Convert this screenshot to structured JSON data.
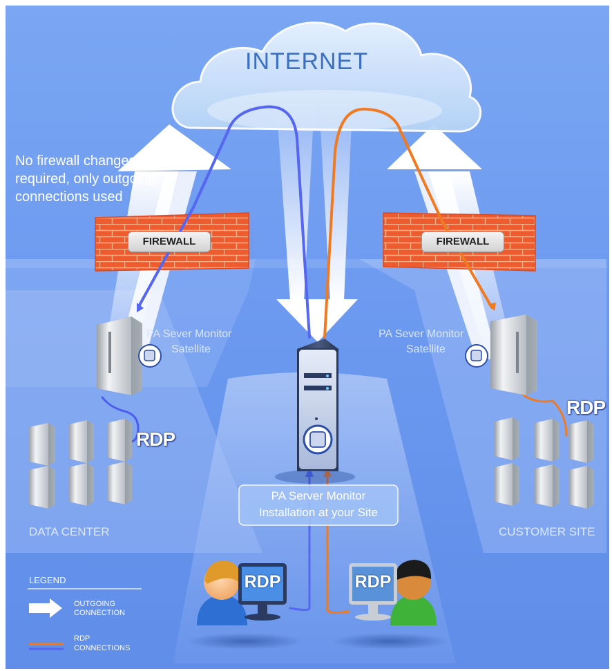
{
  "cloud": {
    "label": "INTERNET"
  },
  "note": {
    "line1": "No firewall changes",
    "line2": "required, only outgoing",
    "line3": "connections used"
  },
  "firewalls": {
    "left": "FIREWALL",
    "right": "FIREWALL"
  },
  "satellites": {
    "left": {
      "line1": "PA Sever Monitor",
      "line2": "Satellite"
    },
    "right": {
      "line1": "PA Sever Monitor",
      "line2": "Satellite"
    }
  },
  "rdp": {
    "left": "RDP",
    "right": "RDP",
    "monitor_left": "RDP",
    "monitor_right": "RDP"
  },
  "install": {
    "line1": "PA Server Monitor",
    "line2": "Installation at your Site"
  },
  "sites": {
    "left": "DATA CENTER",
    "right": "CUSTOMER SITE"
  },
  "legend": {
    "title": "LEGEND",
    "outgoing_line1": "OUTGOING",
    "outgoing_line2": "CONNECTION",
    "rdp_line1": "RDP",
    "rdp_line2": "CONNECTIONS"
  },
  "colors": {
    "background": "#6d9af0",
    "blue_connection": "#5a6cf5",
    "orange_connection": "#f07a22",
    "firewall_brick": "#ef5a2c",
    "outgoing_arrow": "#ffffff"
  }
}
